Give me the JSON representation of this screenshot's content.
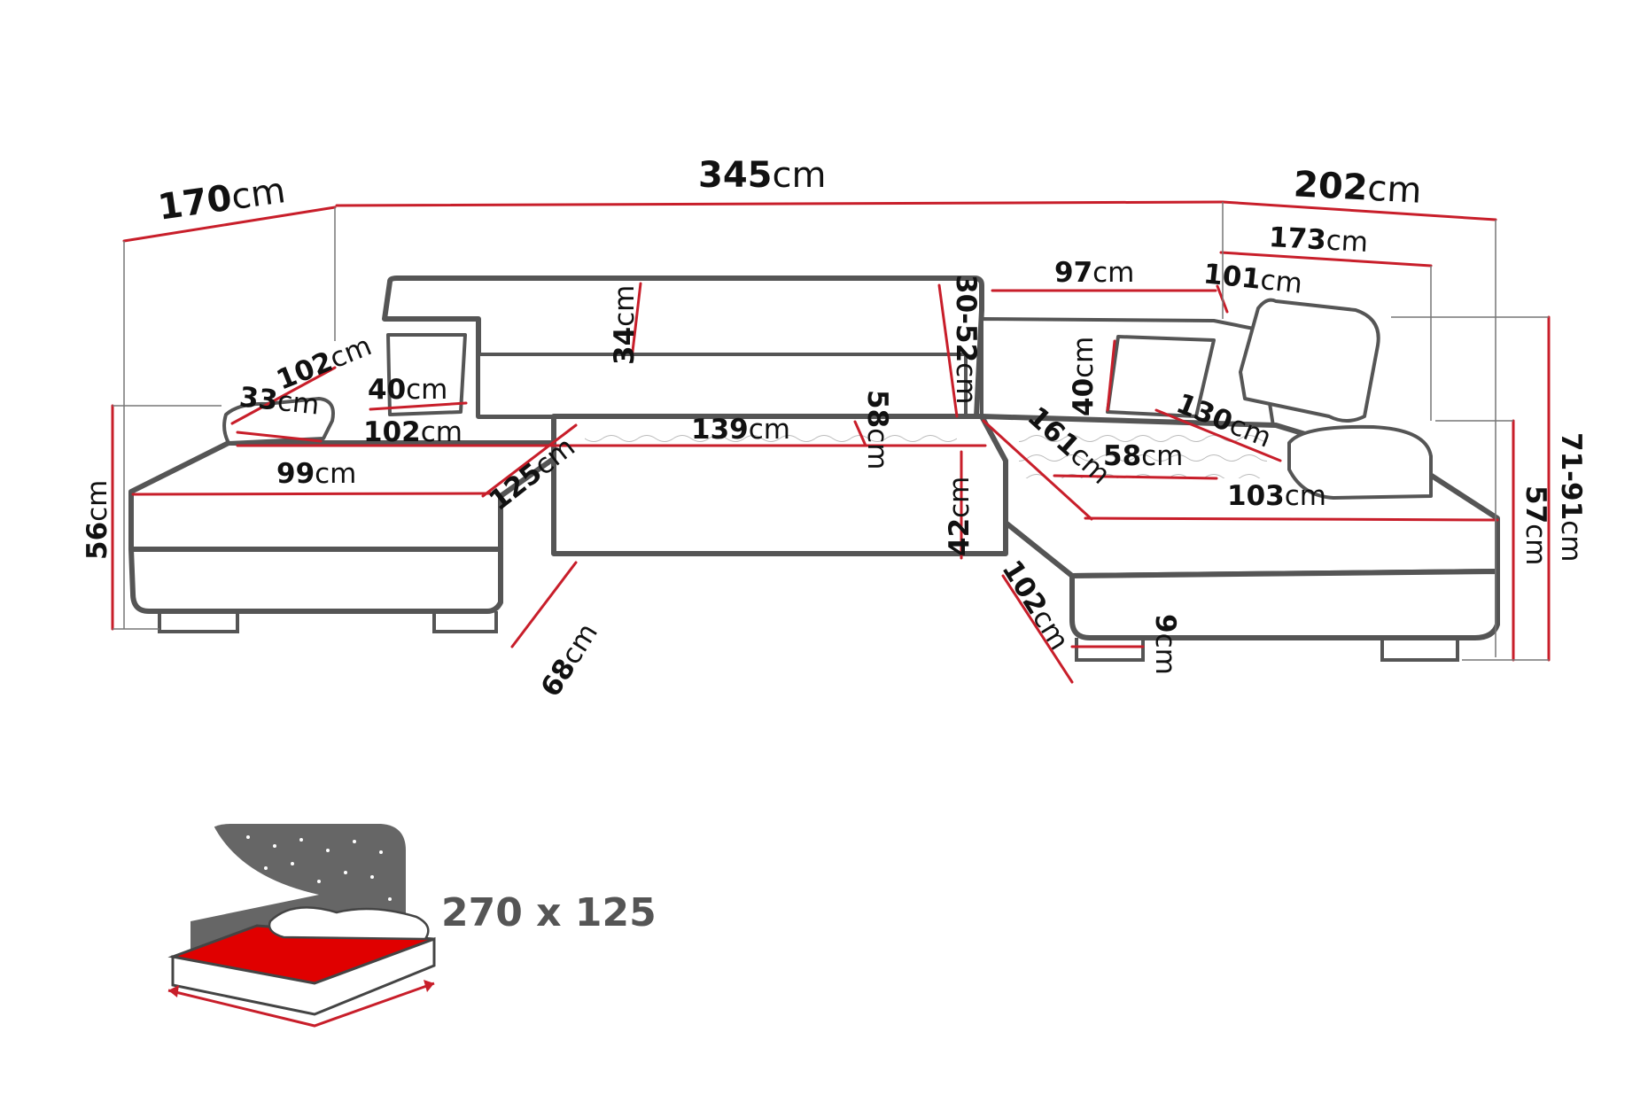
{
  "dimensions": {
    "total_depth_left": {
      "value": "170",
      "unit": "cm"
    },
    "total_width": {
      "value": "345",
      "unit": "cm"
    },
    "total_depth_right": {
      "value": "202",
      "unit": "cm"
    },
    "right_module_depth": {
      "value": "173",
      "unit": "cm"
    },
    "right_back_width": {
      "value": "97",
      "unit": "cm"
    },
    "right_back_depth": {
      "value": "101",
      "unit": "cm"
    },
    "backrest_height": {
      "value": "34",
      "unit": "cm"
    },
    "headrest_adjust": {
      "value": "30-52",
      "unit": "cm"
    },
    "left_armrest_length": {
      "value": "102",
      "unit": "cm"
    },
    "left_cushion_width": {
      "value": "40",
      "unit": "cm"
    },
    "left_armrest_width": {
      "value": "33",
      "unit": "cm"
    },
    "left_back_width": {
      "value": "102",
      "unit": "cm"
    },
    "left_seat_depth": {
      "value": "125",
      "unit": "cm"
    },
    "center_seat_width": {
      "value": "139",
      "unit": "cm"
    },
    "center_seat_depth": {
      "value": "58",
      "unit": "cm"
    },
    "left_chaise_width": {
      "value": "99",
      "unit": "cm"
    },
    "right_cushion_height": {
      "value": "40",
      "unit": "cm"
    },
    "right_armrest_length": {
      "value": "130",
      "unit": "cm"
    },
    "right_seat_depth": {
      "value": "161",
      "unit": "cm"
    },
    "right_seat_inner": {
      "value": "58",
      "unit": "cm"
    },
    "right_chaise_width": {
      "value": "103",
      "unit": "cm"
    },
    "seat_height": {
      "value": "42",
      "unit": "cm"
    },
    "left_height": {
      "value": "56",
      "unit": "cm"
    },
    "right_arm_height": {
      "value": "57",
      "unit": "cm"
    },
    "total_height": {
      "value": "71-91",
      "unit": "cm"
    },
    "left_chaise_depth": {
      "value": "68",
      "unit": "cm"
    },
    "right_chaise_depth": {
      "value": "102",
      "unit": "cm"
    },
    "leg_height": {
      "value": "9",
      "unit": "cm"
    }
  },
  "bed": {
    "label": "270 x 125"
  },
  "colors": {
    "dimension_line": "#c81e2a",
    "outline": "#555555",
    "bed_fill": "#e00000",
    "night_sky": "#666666"
  }
}
